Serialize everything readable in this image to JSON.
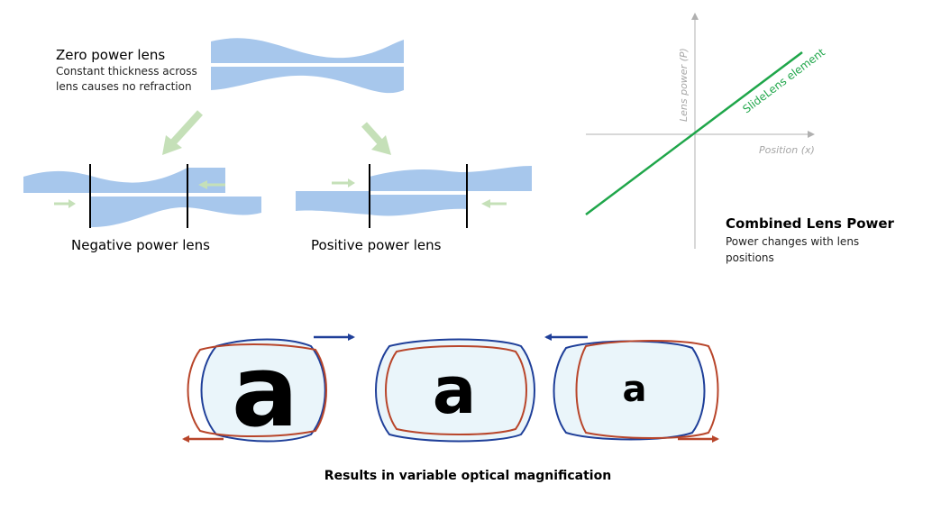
{
  "colors": {
    "lens_fill": "#a7c7ec",
    "guide_arrow": "#c5e0b8",
    "plot_line": "#1fa64a",
    "axis": "#b0b0b0",
    "axis_label": "#a6a6a6",
    "blue_frame": "#1f3f99",
    "red_frame": "#b8452a",
    "lens_tint": "#eaf5fa"
  },
  "top_left": {
    "zero_title": "Zero power lens",
    "zero_desc_line1": "Constant thickness across",
    "zero_desc_line2": "lens causes no refraction",
    "negative_label": "Negative power lens",
    "positive_label": "Positive power lens"
  },
  "graph": {
    "y_label": "Lens power (P)",
    "x_label": "Position (x)",
    "line_label": "SlideLens element"
  },
  "combined": {
    "title": "Combined Lens Power",
    "desc_line1": "Power changes with lens",
    "desc_line2": "positions"
  },
  "magnification": {
    "glyph": "a",
    "glyph_scale": [
      "large",
      "medium",
      "small"
    ],
    "caption": "Results in variable optical magnification"
  }
}
